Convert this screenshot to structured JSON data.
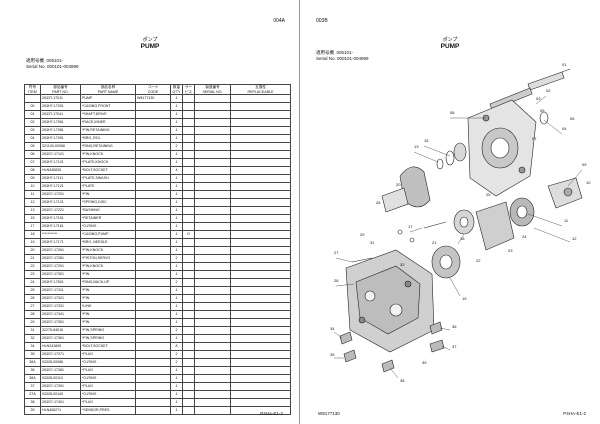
{
  "left_page": {
    "page_number": "004A",
    "title_jp": "ポンプ",
    "title_en": "PUMP",
    "applicable_model_label": "適用号機",
    "applicable_model_value": "005101-",
    "serial_label": "Serial No.",
    "serial_value": "000101-004999",
    "footer_code": "P4HA-E1-2",
    "table": {
      "headers": [
        {
          "jp": "符号",
          "en": "ITEM"
        },
        {
          "jp": "部品番号",
          "en": "PART NO."
        },
        {
          "jp": "部品名称",
          "en": "PART NAME"
        },
        {
          "jp": "コード",
          "en": "CODE"
        },
        {
          "jp": "数量",
          "en": "Q'TY"
        },
        {
          "jp": "サービス",
          "en": ""
        },
        {
          "jp": "製造番号",
          "en": "SERIAL NO."
        },
        {
          "jp": "互換性",
          "en": "REPLACEABLE"
        }
      ],
      "rows": [
        [
          "",
          "2633T-17011",
          "PUMP",
          "W8177130",
          "1",
          "",
          "",
          ""
        ],
        [
          "00",
          "263H7-17031",
          "*CASING,FRONT",
          "",
          "1",
          "",
          "",
          ""
        ],
        [
          "01",
          "2633T-17041",
          "*SHAFT,DRIVE",
          "",
          "1",
          "",
          "",
          ""
        ],
        [
          "02",
          "263H7-17061",
          "*RACE,INNER",
          "",
          "1",
          "",
          "",
          ""
        ],
        [
          "03",
          "263H7-17081",
          "*PIN,RETAINING",
          "",
          "1",
          "",
          "",
          ""
        ],
        [
          "04",
          "263H7-17091",
          "*BRG.,ROL",
          "",
          "1",
          "",
          "",
          ""
        ],
        [
          "05",
          "321100-00058",
          "*RING,RETAINING",
          "",
          "2",
          "",
          "",
          ""
        ],
        [
          "06",
          "263G7-17101",
          "*PIN,KNOCK",
          "",
          "1",
          "",
          "",
          ""
        ],
        [
          "07",
          "263H7-17101",
          "*PLATE,KNOCK",
          "",
          "1",
          "",
          "",
          ""
        ],
        [
          "08",
          "HLN340830",
          "*BOLT,SOCKET",
          "",
          "4",
          "",
          "",
          ""
        ],
        [
          "09",
          "263H7-17111",
          "*PLATE,SWASH",
          "",
          "1",
          "",
          "",
          ""
        ],
        [
          "10",
          "263H7-17121",
          "*PLATE",
          "",
          "1",
          "",
          "",
          ""
        ],
        [
          "11",
          "263G7-17201",
          "*PIN",
          "",
          "1",
          "",
          "",
          ""
        ],
        [
          "12",
          "263H7-17131",
          "*SPRING,DISC",
          "",
          "1",
          "",
          "",
          ""
        ],
        [
          "13",
          "263G7-17221",
          "*BUSHING",
          "",
          "1",
          "",
          "",
          ""
        ],
        [
          "15",
          "263H7-17151",
          "*RETAINER",
          "",
          "1",
          "",
          "",
          ""
        ],
        [
          "17",
          "263H7-17161",
          "*O-RING",
          "",
          "1",
          "",
          "",
          ""
        ],
        [
          "18",
          "***********",
          "*CASING,PUMP",
          "",
          "1",
          "O",
          "",
          ""
        ],
        [
          "19",
          "263H7-17171",
          "*BRG.,NEEDLE",
          "",
          "1",
          "",
          "",
          ""
        ],
        [
          "20",
          "263G7-17261",
          "*PIN,KNOCK",
          "",
          "1",
          "",
          "",
          ""
        ],
        [
          "21",
          "263G7-17281",
          "*PISTON,SERVO",
          "",
          "2",
          "",
          "",
          ""
        ],
        [
          "22",
          "263G7-17291",
          "*PIN,KNOCK",
          "",
          "1",
          "",
          "",
          ""
        ],
        [
          "23",
          "263G7-17301",
          "*PIN",
          "",
          "1",
          "",
          "",
          ""
        ],
        [
          "24",
          "263H7-17601",
          "*RING,BACK-UP",
          "",
          "2",
          "",
          "",
          ""
        ],
        [
          "25",
          "263G7-17311",
          "*PIN",
          "",
          "1",
          "",
          "",
          ""
        ],
        [
          "26",
          "263G7-17321",
          "*PIN",
          "",
          "1",
          "",
          "",
          ""
        ],
        [
          "27",
          "263G7-17331",
          "*LINK",
          "",
          "1",
          "",
          "",
          ""
        ],
        [
          "28",
          "263G7-17341",
          "*PIN",
          "",
          "1",
          "",
          "",
          ""
        ],
        [
          "29",
          "263G7-17351",
          "*PIN",
          "",
          "1",
          "",
          "",
          ""
        ],
        [
          "31",
          "32275-84016",
          "*PIN,SPRING",
          "",
          "2",
          "",
          "",
          ""
        ],
        [
          "32",
          "263G7-17361",
          "*PIN,SPRING",
          "",
          "1",
          "",
          "",
          ""
        ],
        [
          "34",
          "HLN341605",
          "*BOLT,SOCKET",
          "",
          "8",
          "",
          "",
          ""
        ],
        [
          "35",
          "263G7-17371",
          "*PLUG",
          "",
          "2",
          "",
          "",
          ""
        ],
        [
          "36A",
          "03328-00086",
          "*O-RING",
          "",
          "2",
          "",
          "",
          ""
        ],
        [
          "36",
          "263G7-17381",
          "*PLUG",
          "",
          "1",
          "",
          "",
          ""
        ],
        [
          "36A",
          "03328-00110",
          "*O-RING",
          "",
          "1",
          "",
          "",
          ""
        ],
        [
          "37",
          "263G7-17391",
          "*PLUG",
          "",
          "1",
          "",
          "",
          ""
        ],
        [
          "37A",
          "03328-00140",
          "*O-RING",
          "",
          "1",
          "",
          "",
          ""
        ],
        [
          "38",
          "263G7-17401",
          "*PLUG",
          "",
          "1",
          "",
          "",
          ""
        ],
        [
          "39",
          "HLN406271",
          "*SENSOR,PRES.",
          "",
          "1",
          "",
          "",
          ""
        ]
      ]
    }
  },
  "right_page": {
    "page_number": "003B",
    "title_jp": "ポンプ",
    "title_en": "PUMP",
    "applicable_model_label": "適用号機",
    "applicable_model_value": "005101-",
    "serial_label": "Serial No.",
    "serial_value": "000101-004999",
    "footer_model": "W8177130",
    "footer_code": "P4HA-E1-2",
    "callouts": [
      "01",
      "02",
      "03",
      "04",
      "05",
      "06",
      "07",
      "08",
      "09",
      "10",
      "11",
      "12",
      "13",
      "15",
      "17",
      "18",
      "19",
      "20",
      "21",
      "22",
      "23",
      "24",
      "25",
      "26",
      "27",
      "28",
      "29",
      "31",
      "32",
      "34",
      "35",
      "36",
      "37",
      "38",
      "39"
    ]
  }
}
